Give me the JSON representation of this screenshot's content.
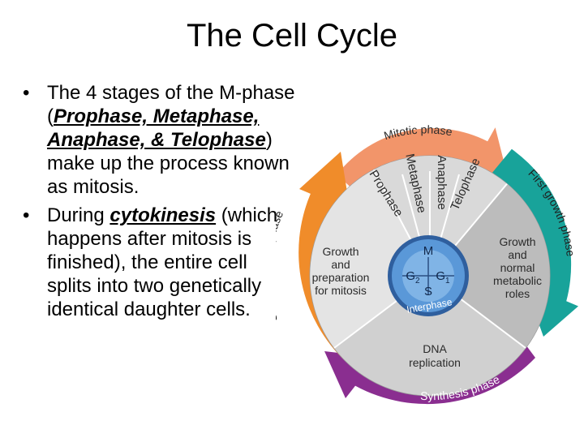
{
  "slide": {
    "title": "The Cell Cycle",
    "bullet1": {
      "pre": "The 4 stages of the M-phase (",
      "emph": "Prophase, Metaphase, Anaphase, & Telophase",
      "post": ") make up the process known as mitosis."
    },
    "bullet2": {
      "pre": "During ",
      "emph": "cytokinesis",
      "post": " (which happens after mitosis is finished), the entire cell splits into two genetically identical daughter cells."
    }
  },
  "diagram": {
    "arrows": {
      "mitotic": "Mitotic phase",
      "first_growth": "First growth phase",
      "synthesis": "Synthesis phase",
      "second_growth": "Second growth phase"
    },
    "stages": {
      "prophase": "Prophase",
      "metaphase": "Metaphase",
      "anaphase": "Anaphase",
      "telophase": "Telophase"
    },
    "sectors": {
      "g2": [
        "Growth",
        "and",
        "preparation",
        "for mitosis"
      ],
      "g1": [
        "Growth",
        "and",
        "normal",
        "metabolic",
        "roles"
      ],
      "s": [
        "DNA",
        "replication"
      ]
    },
    "center": {
      "m": "M",
      "g2_base": "G",
      "g2_sub": "2",
      "g1_base": "G",
      "g1_sub": "1",
      "s": "S",
      "interphase": "Interphase"
    },
    "colors": {
      "mitotic_arrow": "#f2956a",
      "first_growth_arrow": "#18a39a",
      "synthesis_arrow": "#8a2e90",
      "second_growth_arrow": "#f08c2a",
      "m_wedge": "#d9d9d9",
      "g1_sector": "#bcbcbc",
      "g2_sector": "#e4e4e4",
      "s_sector": "#d0d0d0",
      "center": "#5a98d8"
    }
  }
}
